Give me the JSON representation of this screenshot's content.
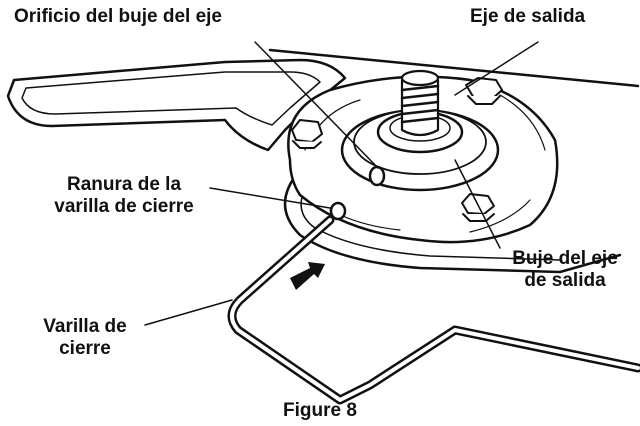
{
  "labels": {
    "axle_bushing_hole": "Orificio del buje del eje",
    "output_axle": "Eje de salida",
    "lock_rod_slot_line1": "Ranura de la",
    "lock_rod_slot_line2": "varilla de cierre",
    "output_axle_bushing_line1": "Buje del eje",
    "output_axle_bushing_line2": "de salida",
    "lock_rod_line1": "Varilla de",
    "lock_rod_line2": "cierre"
  },
  "caption": "Figure 8"
}
